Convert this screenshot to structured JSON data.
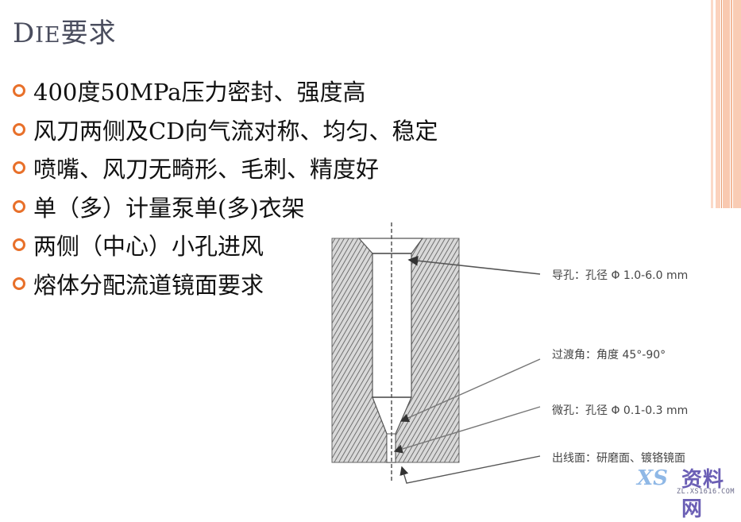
{
  "title": {
    "main": "D",
    "rest": "IE",
    "cjk": "要求"
  },
  "bullets": [
    "400度50MPa压力密封、强度高",
    "风刀两侧及CD向气流对称、均匀、稳定",
    "喷嘴、风刀无畸形、毛刺、精度好",
    "单（多）计量泵单(多)衣架",
    "两侧（中心）小孔进风",
    "熔体分配流道镜面要求"
  ],
  "diagram": {
    "labels": [
      "导孔：孔径 Φ 1.0-6.0 mm",
      "过渡角：角度 45°-90°",
      "微孔：孔径 Φ 0.1-0.3 mm",
      "出线面：研磨面、镀铬镜面"
    ]
  },
  "colors": {
    "bullet": "#e8702a",
    "title": "#4a4d5e",
    "stripe_light": "#f9cdb6",
    "stripe_dark": "#eda27a"
  },
  "watermark": {
    "logo": "XS",
    "text": "资料网",
    "url": "ZL.XS1616.COM"
  }
}
